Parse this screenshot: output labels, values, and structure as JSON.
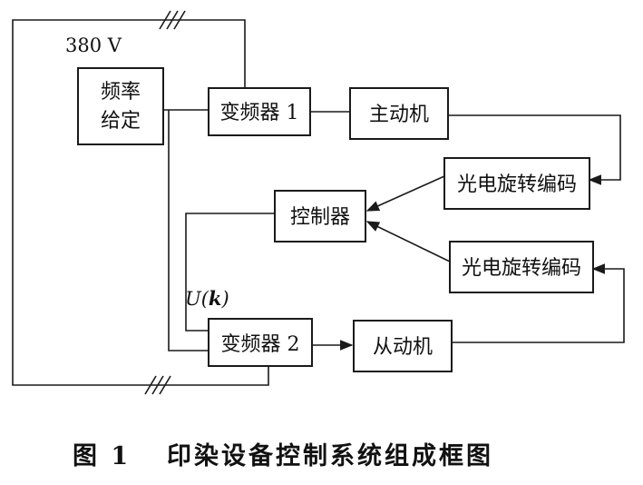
{
  "diagram": {
    "voltage_label": "380 V",
    "blocks": {
      "freq_setting_line1": "频率",
      "freq_setting_line2": "给定",
      "inverter1": "变频器 1",
      "inverter2": "变频器 2",
      "master_motor": "主动机",
      "slave_motor": "从动机",
      "encoder_top": "光电旋转编码",
      "encoder_bottom": "光电旋转编码",
      "controller": "控制器"
    },
    "signal_label_prefix": "U(",
    "signal_label_var": "k",
    "signal_label_suffix": ")"
  },
  "caption": {
    "figure_no": "图 1",
    "title": "印染设备控制系统组成框图"
  },
  "colors": {
    "line": "#1a1a1a",
    "text": "#111111",
    "background": "#ffffff"
  }
}
